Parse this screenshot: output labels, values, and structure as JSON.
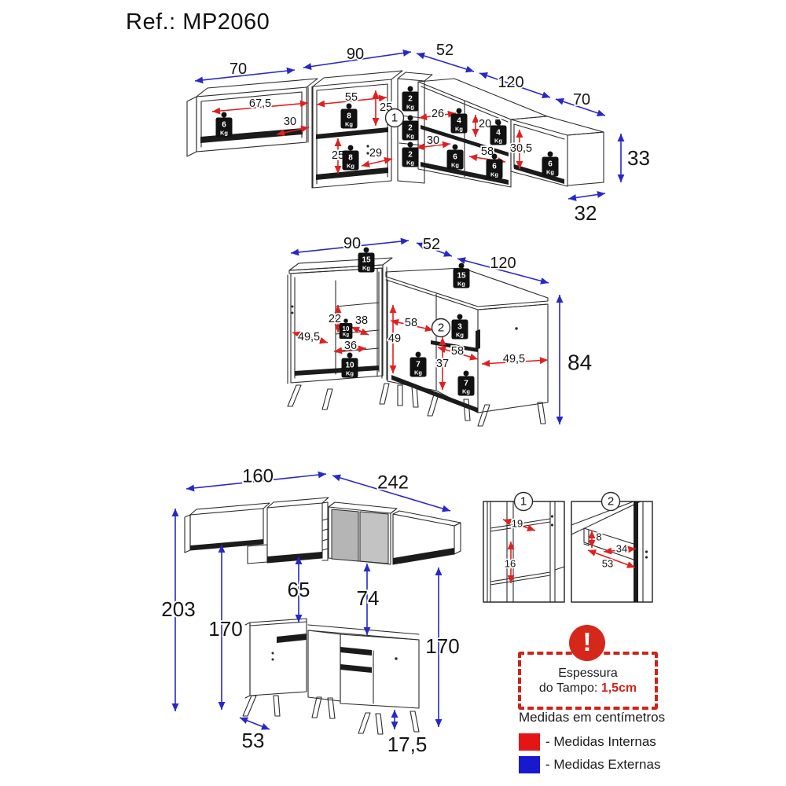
{
  "title": "Ref.: MP2060",
  "units": {
    "kg": "Kg"
  },
  "colors": {
    "external_blue": "#2828c8",
    "internal_red": "#e02020",
    "warning_red": "#cf2318",
    "line": "#2b2b2b"
  },
  "wall_view": {
    "marker": "1",
    "external": {
      "w_left": "70",
      "w_mid": "90",
      "w_corner": "52",
      "w_right": "120",
      "w_end": "70",
      "height": "33",
      "depth": "32"
    },
    "internal": {
      "left_width": "67,5",
      "left_depth": "30",
      "mid_width": "55",
      "mid_top_h": "25",
      "mid_bot_h": "25",
      "mid_depth": "29",
      "right_w1": "26",
      "right_h1": "20,5",
      "right_w2": "30",
      "right_w3": "58",
      "right_h2": "30,5"
    },
    "weights": [
      "6",
      "8",
      "8",
      "2",
      "2",
      "2",
      "4",
      "4",
      "6",
      "6",
      "6"
    ]
  },
  "base_view": {
    "marker": "2",
    "external": {
      "w_left": "90",
      "w_corner": "52",
      "w_right": "120",
      "height": "84"
    },
    "internal": {
      "left_depth": "49,5",
      "shelf_h": "22",
      "shelf_d": "38",
      "shelf_w": "36",
      "corner_w": "58",
      "corner_h": "49",
      "inner_w": "58",
      "inner_h": "37",
      "right_d": "49,5"
    },
    "weights": [
      "15",
      "15",
      "10",
      "10",
      "7",
      "3",
      "7"
    ]
  },
  "assembled_view": {
    "dims": {
      "left_run": "160",
      "right_run": "242",
      "total_h": "203",
      "wall_h": "170",
      "gap_left": "65",
      "gap_right": "74",
      "wall_h_right": "170",
      "base_depth": "53",
      "leg_h": "17,5"
    }
  },
  "details": {
    "d1": {
      "marker": "1",
      "dims": [
        "19",
        "16"
      ]
    },
    "d2": {
      "marker": "2",
      "dims": [
        "8",
        "34",
        "53"
      ]
    }
  },
  "warning": {
    "line1": "Espessura",
    "line2": "do Tampo:",
    "value": "1,5cm"
  },
  "legend": {
    "units_note": "Medidas em centímetros",
    "internal_label": "- Medidas Internas",
    "external_label": "- Medidas Externas"
  }
}
